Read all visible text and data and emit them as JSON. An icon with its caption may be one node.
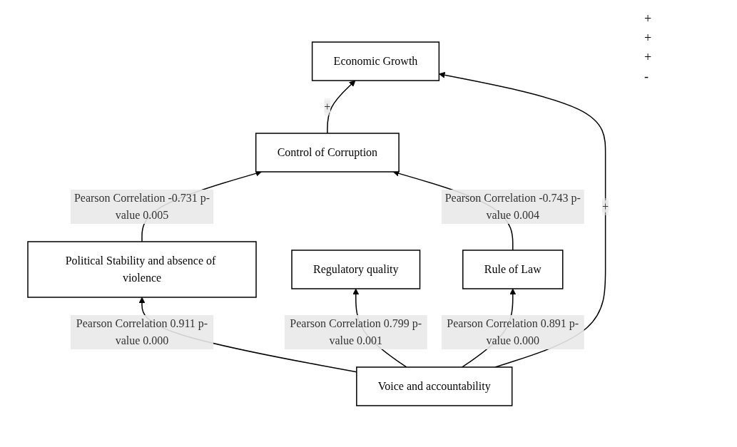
{
  "diagram": {
    "nodes": [
      {
        "text": [
          "Economic Growth"
        ]
      },
      {
        "text": [
          "Control of Corruption"
        ]
      },
      {
        "text": [
          "Voice and accountability"
        ]
      },
      {
        "text": [
          "Political Stability and absence of violence"
        ]
      },
      {
        "text": [
          "Regulatory quality"
        ]
      },
      {
        "text": [
          "Rule of Law"
        ]
      }
    ],
    "edges": [
      {
        "from": 1,
        "to": 0,
        "arrow": "to",
        "label": "+"
      },
      {
        "from": 2,
        "to": 0,
        "arrow": "to",
        "label": "+"
      },
      {
        "from": 2,
        "to": 3,
        "arrow": "to",
        "label": "Pearson Correlation 0.911 p-value 0.000"
      },
      {
        "from": 2,
        "to": 4,
        "arrow": "to",
        "label": "Pearson Correlation 0.799 p-value 0.001"
      },
      {
        "from": 2,
        "to": 5,
        "arrow": "to",
        "label": "Pearson Correlation 0.891 p-value 0.000"
      },
      {
        "from": 3,
        "to": 1,
        "arrow": "to",
        "label": "Pearson Correlation -0.731 p-value 0.005"
      },
      {
        "from": 5,
        "to": 1,
        "arrow": "to",
        "label": "Pearson Correlation -0.743 p-value 0.004"
      }
    ],
    "labels": [
      "+",
      "+",
      "+",
      "-"
    ]
  }
}
